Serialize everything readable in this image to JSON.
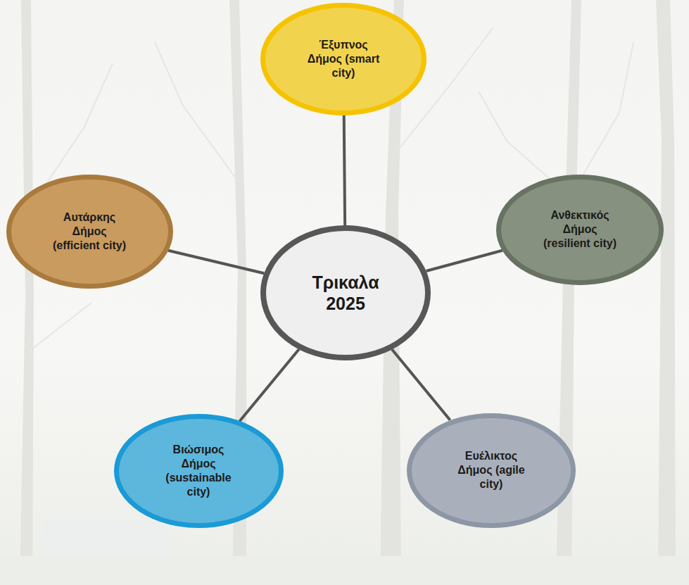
{
  "diagram": {
    "nodes": [
      {
        "text": [
          "Τρικαλα 2025"
        ]
      },
      {
        "text": [
          "Έξυπνος Δήμος (smart city)"
        ]
      },
      {
        "text": [
          "Ανθεκτικός Δήμος (resilient city)"
        ]
      },
      {
        "text": [
          "Ευέλικτος Δήμος (agile city)"
        ]
      },
      {
        "text": [
          "Βιώσιμος Δήμος (sustainable city)"
        ]
      },
      {
        "text": [
          "Αυτάρκης Δήμος (efficient city)"
        ]
      }
    ],
    "edges": [
      {
        "from": 0,
        "to": 1,
        "arrow": "none"
      },
      {
        "from": 0,
        "to": 2,
        "arrow": "none"
      },
      {
        "from": 0,
        "to": 3,
        "arrow": "none"
      },
      {
        "from": 0,
        "to": 4,
        "arrow": "none"
      },
      {
        "from": 0,
        "to": 5,
        "arrow": "none"
      }
    ]
  }
}
